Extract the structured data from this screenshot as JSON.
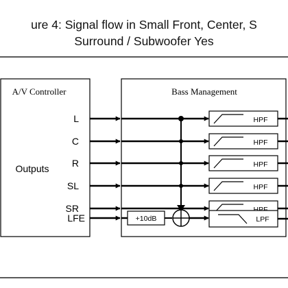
{
  "title": {
    "line1": "ure 4: Signal flow in Small Front, Center, S",
    "line2": "Surround / Subwoofer Yes"
  },
  "controller": {
    "label": "A/V Controller",
    "outputs_label": "Outputs",
    "channels": [
      "L",
      "C",
      "R",
      "SL",
      "SR",
      "LFE"
    ]
  },
  "bass_management": {
    "label": "Bass Management",
    "gain_label": "+10dB",
    "filters": [
      "HPF",
      "HPF",
      "HPF",
      "HPF",
      "HPF",
      "LPF"
    ]
  }
}
